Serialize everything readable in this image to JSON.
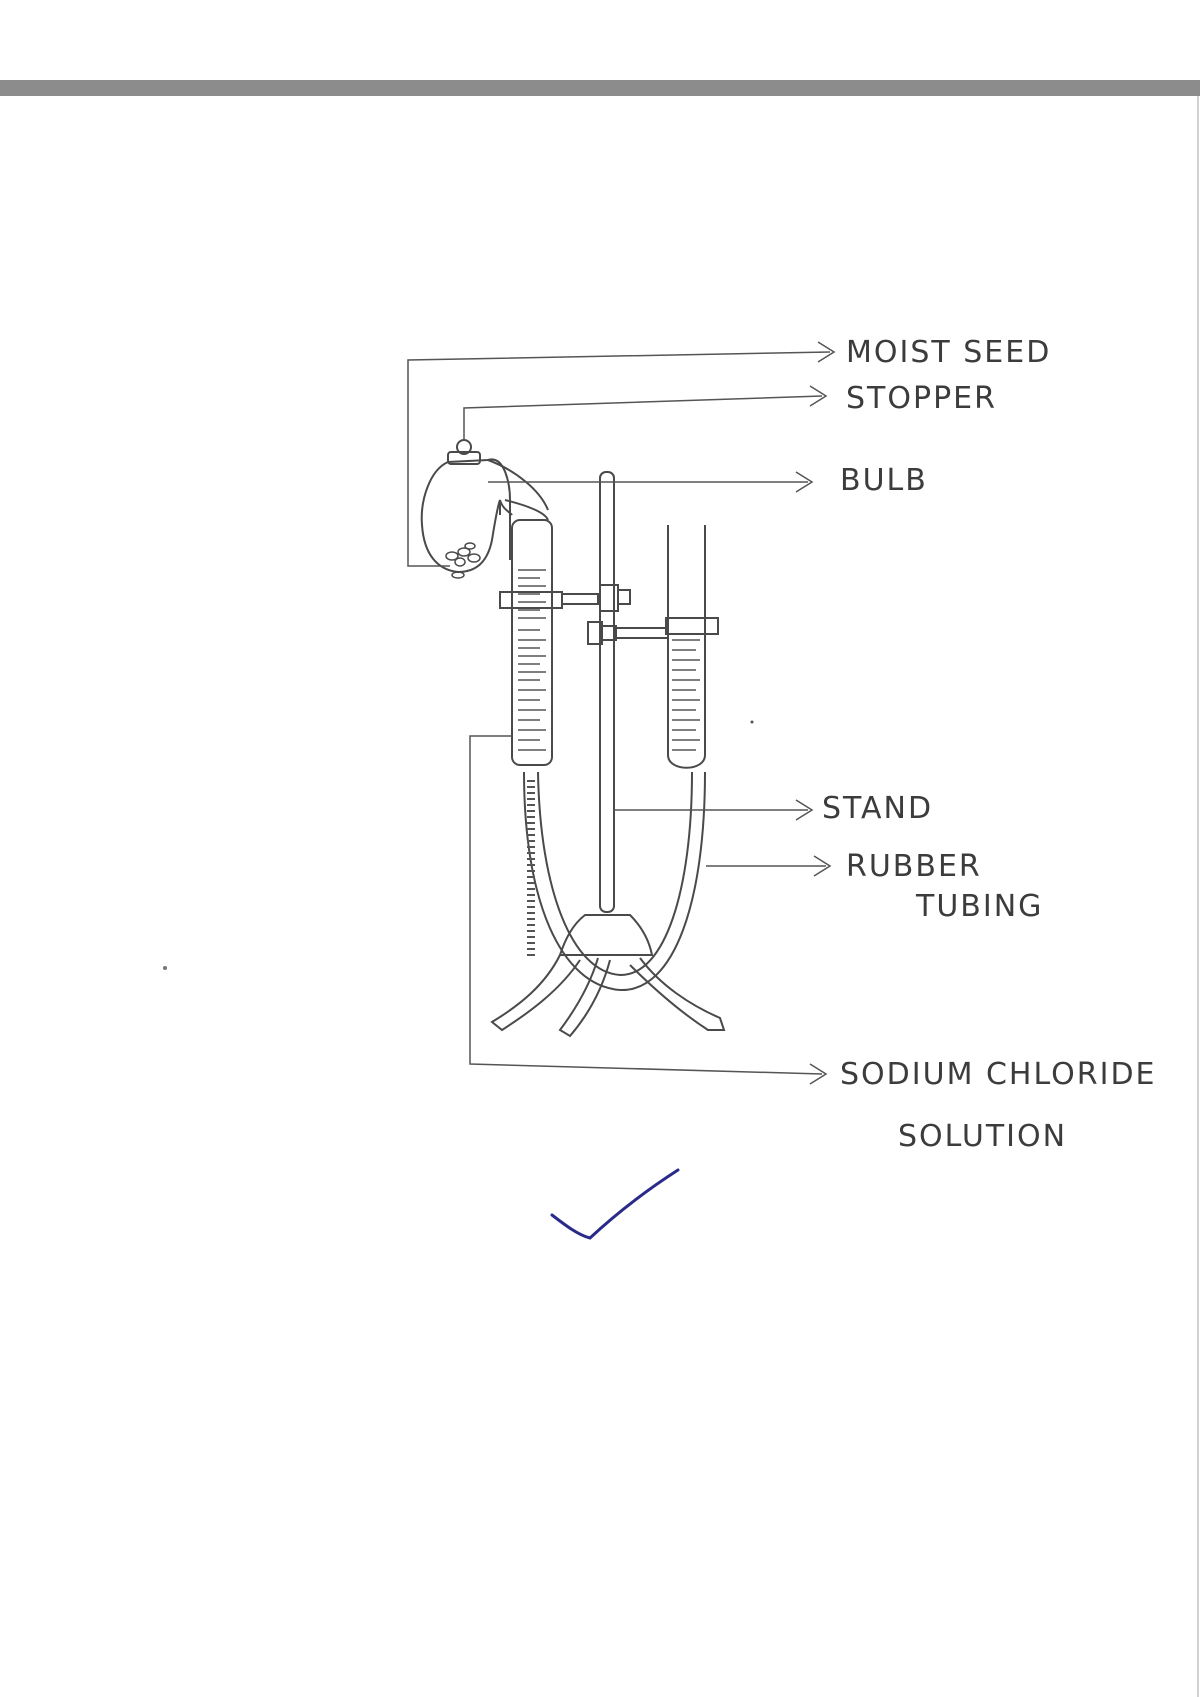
{
  "diagram": {
    "labels": {
      "moist_seed": "MOIST SEED",
      "stopper": "STOPPER",
      "bulb": "BULB",
      "stand": "STAND",
      "rubber_tubing_line1": "RUBBER",
      "rubber_tubing_line2": "TUBING",
      "sodium_chloride_line1": "SODIUM CHLORIDE",
      "sodium_chloride_line2": "SOLUTION"
    },
    "ink_color": "#3a3a3a",
    "tick_color": "#2a2a8a",
    "paper_color": "#ffffff",
    "scan_edge_color": "#8c8c8c"
  }
}
